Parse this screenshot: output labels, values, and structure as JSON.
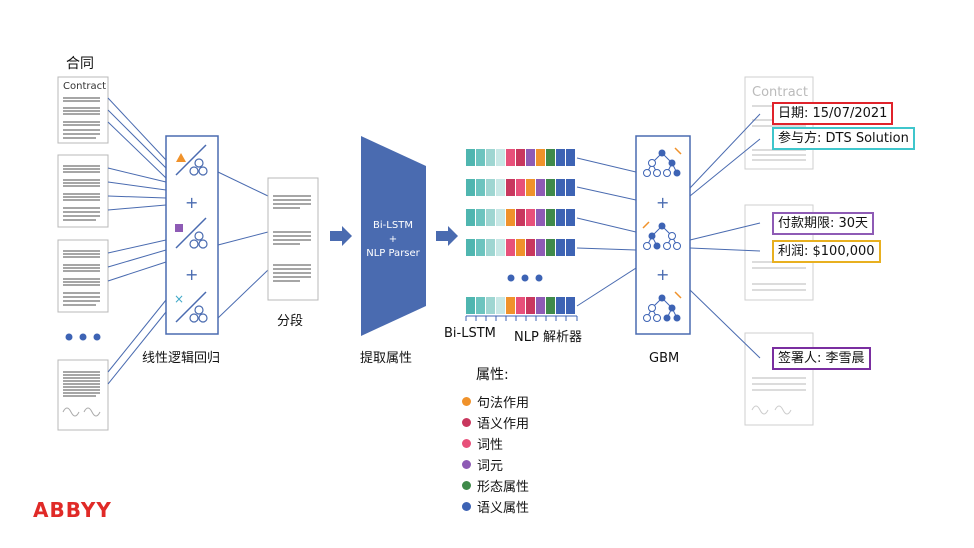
{
  "labels": {
    "contract_cn": "合同",
    "contract_title": "Contract",
    "contract_title_right": "Contract",
    "lin_reg": "线性逻辑回归",
    "segment": "分段",
    "extract": "提取属性",
    "bilstm_box_line1": "Bi-LSTM",
    "bilstm_box_plus": "+",
    "bilstm_box_line2": "NLP Parser",
    "bilstm_caption": "Bi-LSTM",
    "nlp_caption": "NLP 解析器",
    "gbm": "GBM",
    "attributes_title": "属性:",
    "ellipsis": "• • •"
  },
  "legend": [
    {
      "label": "句法作用",
      "color": "#f0922b"
    },
    {
      "label": "语义作用",
      "color": "#c9375e"
    },
    {
      "label": "词性",
      "color": "#e8507a"
    },
    {
      "label": "词元",
      "color": "#8e5bb5"
    },
    {
      "label": "形态属性",
      "color": "#3f8a4a"
    },
    {
      "label": "语义属性",
      "color": "#3d63b4"
    }
  ],
  "fields": [
    {
      "label": "日期: 15/07/2021",
      "color": "#e0232b"
    },
    {
      "label": "参与方: DTS Solution",
      "color": "#3fc6cc"
    },
    {
      "label": "付款期限: 30天",
      "color": "#8e5bb5"
    },
    {
      "label": "利润: $100,000",
      "color": "#e8b020"
    },
    {
      "label": "签署人: 李雪晨",
      "color": "#7a2ea0"
    }
  ],
  "brand": {
    "logo": "ABBYY",
    "accent": "#e02a27",
    "primary": "#4a6bb0"
  }
}
